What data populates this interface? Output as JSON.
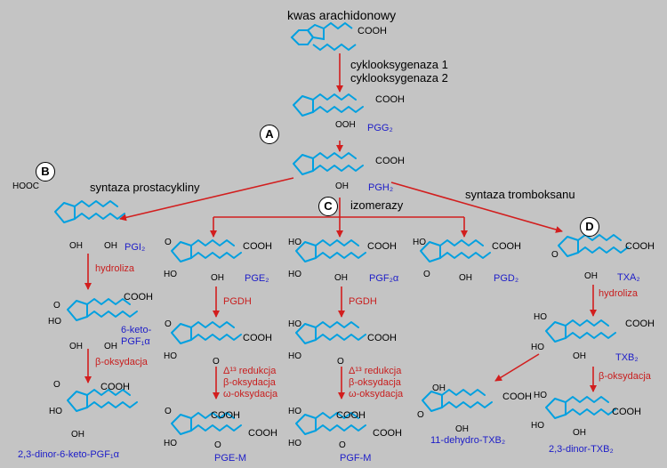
{
  "title": "kwas arachidonowy",
  "enzymes": {
    "cox1": "cyklooksygenaza 1",
    "cox2": "cyklooksygenaza 2",
    "prostacyclin_synthase": "syntaza prostacykliny",
    "isomerases": "izomerazy",
    "thromboxane_synthase": "syntaza tromboksanu"
  },
  "markers": {
    "a": "A",
    "b": "B",
    "c": "C",
    "d": "D"
  },
  "compounds": {
    "pgg2": "PGG₂",
    "pgh2": "PGH₂",
    "pgi2": "PGI₂",
    "keto_pgf1a_line1": "6-keto-",
    "keto_pgf1a_line2": "PGF₁α",
    "dinor_keto": "2,3-dinor-6-keto-PGF₁α",
    "pge2": "PGE₂",
    "pge_m": "PGE-M",
    "pgf2a": "PGF₂α",
    "pgf_m": "PGF-M",
    "pgd2": "PGD₂",
    "txa2": "TXA₂",
    "txb2": "TXB₂",
    "dehydro_txb2": "11-dehydro-TXB₂",
    "dinor_txb2": "2,3-dinor-TXB₂"
  },
  "reactions": {
    "hydrolysis": "hydroliza",
    "pgdh": "PGDH",
    "beta_ox": "β-oksydacja",
    "d13_reduction": "Δ¹³ redukcja",
    "omega_ox": "ω-oksydacja"
  },
  "groups": {
    "cooh": "COOH",
    "hoocc": "HOOC",
    "ooh": "OOH",
    "oh": "OH",
    "ho": "HO",
    "o": "O"
  },
  "colors": {
    "background": "#c4c4c4",
    "arrow": "#d21e1e",
    "mol": "#00a0e0",
    "blue_text": "#1c1cc8",
    "red_text": "#c81e1e"
  }
}
